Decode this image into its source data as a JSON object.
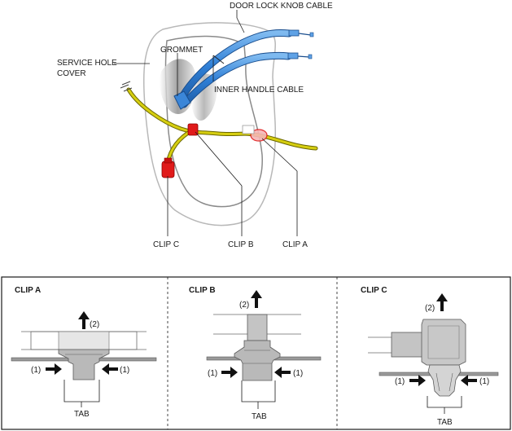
{
  "top": {
    "labels": {
      "door_lock_knob_cable": "DOOR LOCK KNOB CABLE",
      "grommet": "GROMMET",
      "service_hole_cover_1": "SERVICE HOLE",
      "service_hole_cover_2": "COVER",
      "inner_handle_cable": "INNER HANDLE CABLE",
      "clip_c": "CLIP C",
      "clip_b": "CLIP B",
      "clip_a": "CLIP A"
    }
  },
  "panels": [
    {
      "title": "CLIP A",
      "step1": "(1)",
      "step1_r": "(1)",
      "step2": "(2)",
      "tab": "TAB"
    },
    {
      "title": "CLIP B",
      "step1": "(1)",
      "step1_r": "(1)",
      "step2": "(2)",
      "tab": "TAB"
    },
    {
      "title": "CLIP C",
      "step1": "(1)",
      "step1_r": "(1)",
      "step2": "(2)",
      "tab": "TAB"
    }
  ],
  "colors": {
    "cable_blue": "#2f7fd6",
    "harness_yellow": "#c9c200",
    "clip_red": "#e01a1a",
    "part_gray": "#b9b9b9"
  }
}
